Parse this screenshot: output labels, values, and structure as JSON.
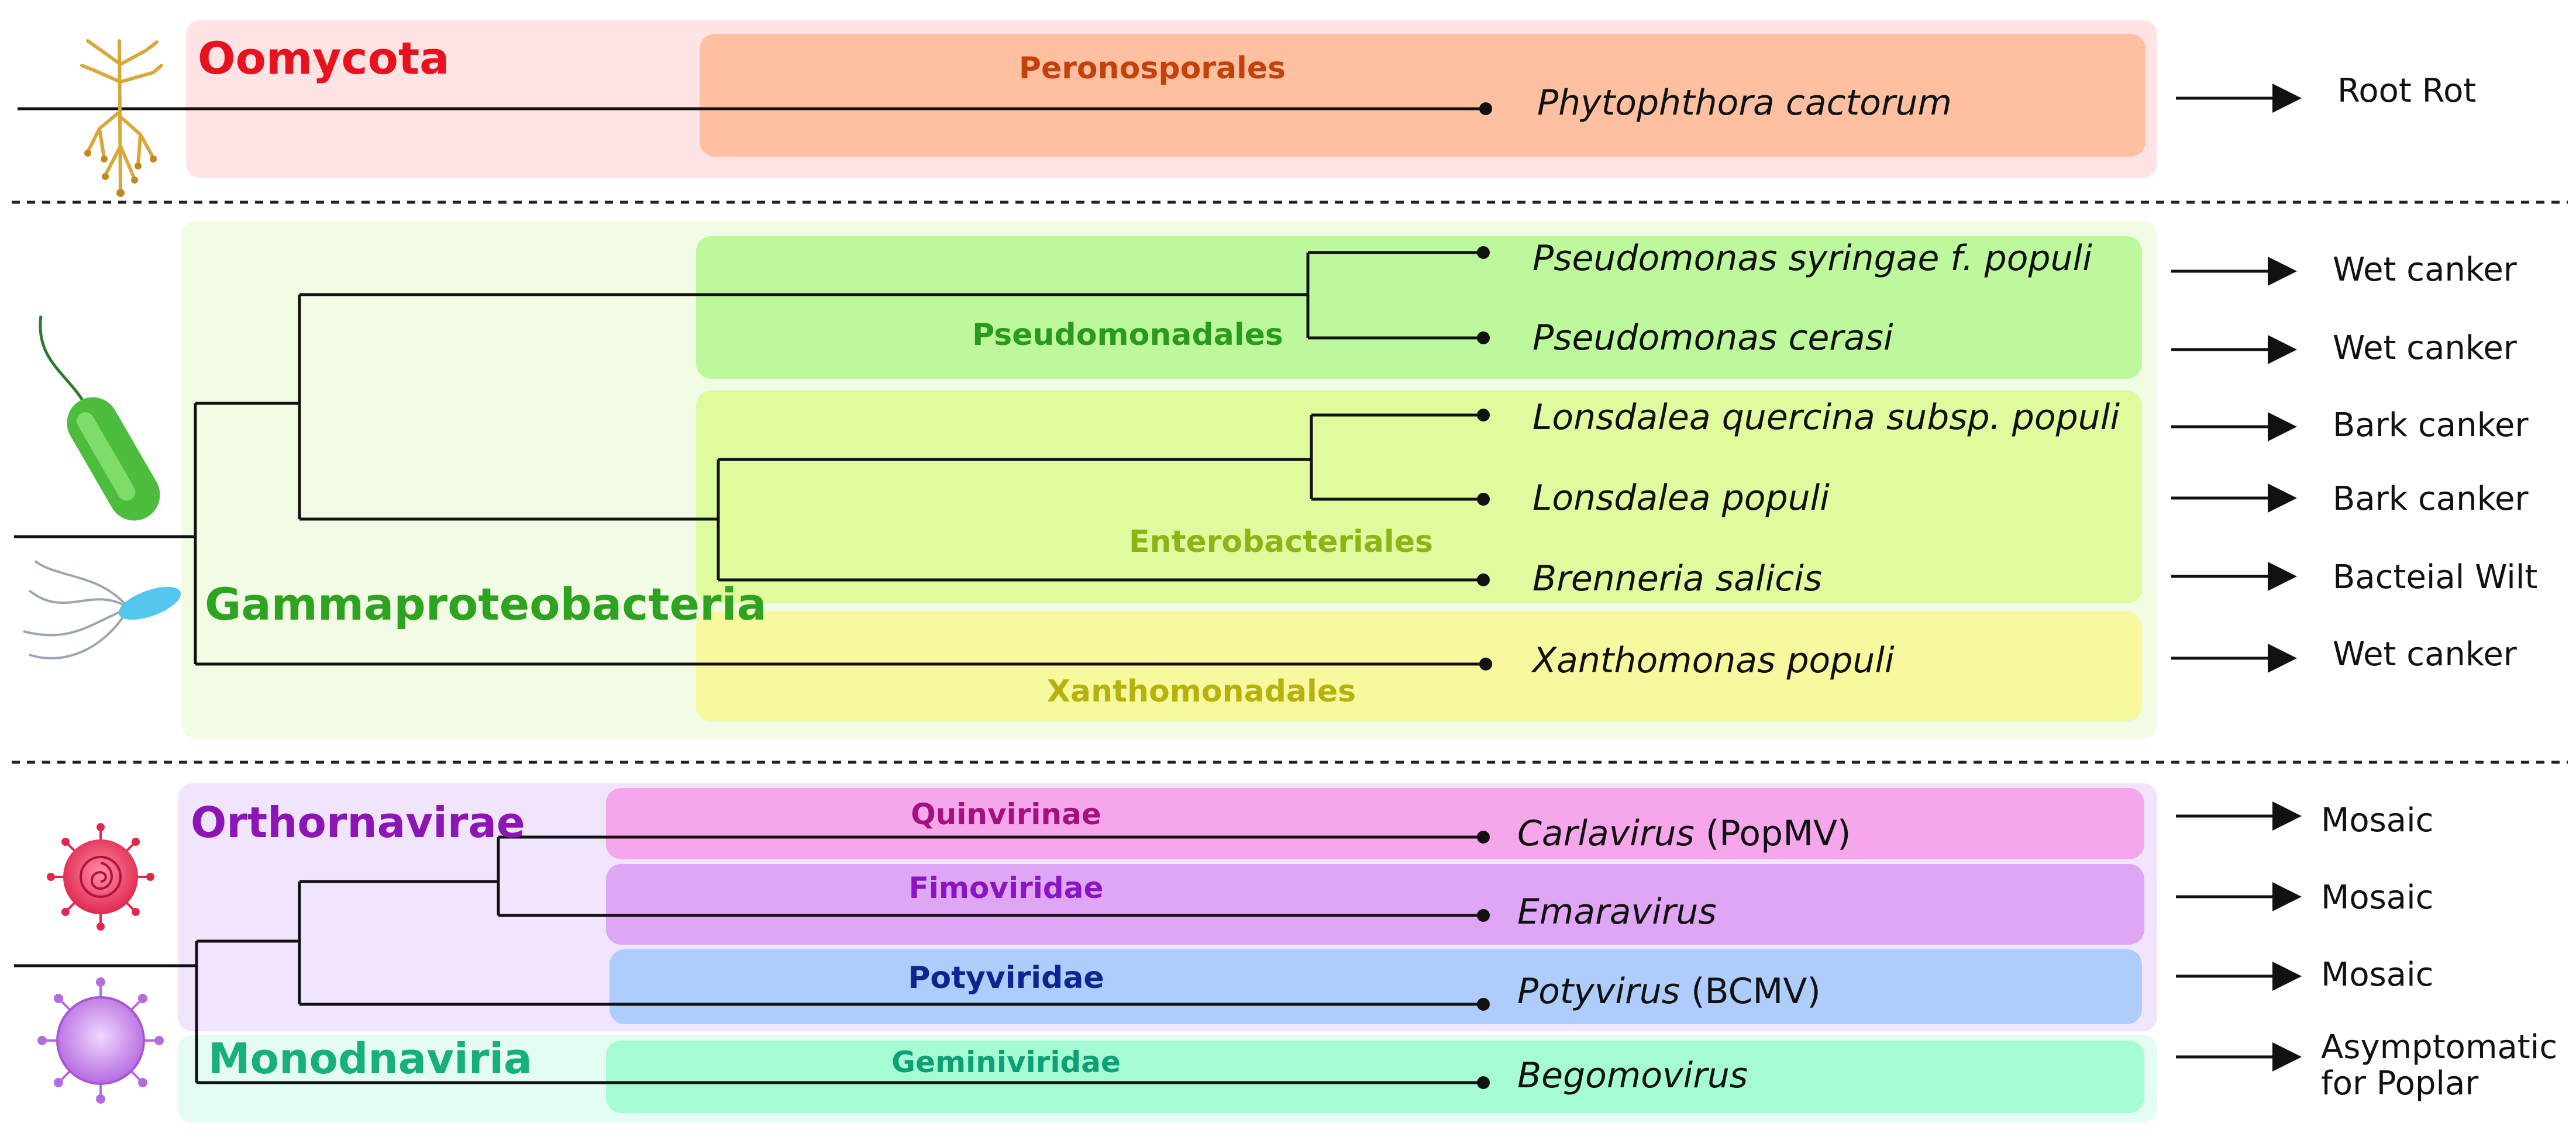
{
  "groups": {
    "oomycota": "Oomycota",
    "gamma": "Gammaproteobacteria",
    "orthornavirae": "Orthornavirae",
    "monodnaviria": "Monodnaviria"
  },
  "orders": {
    "peronosporales": "Peronosporales",
    "pseudomonadales": "Pseudomonadales",
    "enterobacteriales": "Enterobacteriales",
    "xanthomonadales": "Xanthomonadales",
    "quinvirinae": "Quinvirinae",
    "fimoviridae": "Fimoviridae",
    "potyviridae": "Potyviridae",
    "geminiviridae": "Geminiviridae"
  },
  "species": [
    {
      "name": "Phytophthora cactorum",
      "suffix": "",
      "disease": "Root Rot",
      "disease2": ""
    },
    {
      "name": "Pseudomonas syringae f. populi",
      "suffix": "",
      "disease": "Wet canker",
      "disease2": ""
    },
    {
      "name": "Pseudomonas cerasi",
      "suffix": "",
      "disease": "Wet canker",
      "disease2": ""
    },
    {
      "name": "Lonsdalea quercina subsp. populi",
      "suffix": "",
      "disease": "Bark canker",
      "disease2": ""
    },
    {
      "name": "Lonsdalea populi",
      "suffix": "",
      "disease": "Bark canker",
      "disease2": ""
    },
    {
      "name": "Brenneria salicis",
      "suffix": "",
      "disease": "Bacteial Wilt",
      "disease2": ""
    },
    {
      "name": "Xanthomonas populi",
      "suffix": "",
      "disease": "Wet canker",
      "disease2": ""
    },
    {
      "name": "Carlavirus",
      "suffix": " (PopMV)",
      "disease": "Mosaic",
      "disease2": ""
    },
    {
      "name": "Emaravirus",
      "suffix": "",
      "disease": "Mosaic",
      "disease2": ""
    },
    {
      "name": "Potyvirus",
      "suffix": " (BCMV)",
      "disease": "Mosaic",
      "disease2": ""
    },
    {
      "name": "Begomovirus",
      "suffix": "",
      "disease": "Asymptomatic",
      "disease2": "for Poplar"
    }
  ],
  "colors": {
    "oomycota": "#e8121e",
    "gamma": "#2ea31f",
    "orthornavirae": "#8b16b5",
    "monodnaviria": "#17b07a"
  }
}
